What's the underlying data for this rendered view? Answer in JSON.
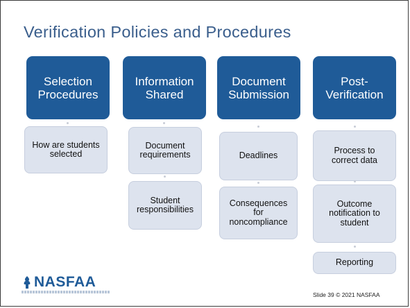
{
  "slide": {
    "title": "Verification Policies and Procedures",
    "footer": "Slide 39  © 2021 NASFAA"
  },
  "logo": {
    "text": "NASFAA"
  },
  "columns": [
    {
      "header": "Selection\nProcedures",
      "items": [
        "How are students\nselected"
      ]
    },
    {
      "header": "Information\nShared",
      "items": [
        "Document\nrequirements",
        "Student\nresponsibilities"
      ]
    },
    {
      "header": "Document\nSubmission",
      "items": [
        "Deadlines",
        "Consequences\nfor\nnoncompliance"
      ]
    },
    {
      "header": "Post-\nVerification",
      "items": [
        "Process to\ncorrect data",
        "Outcome\nnotification to\nstudent",
        "Reporting"
      ]
    }
  ],
  "colors": {
    "header_fill": "#1f5b98",
    "item_fill": "#dde3ee",
    "title_color": "#3a5e8c",
    "logo_color": "#1f5b98"
  }
}
